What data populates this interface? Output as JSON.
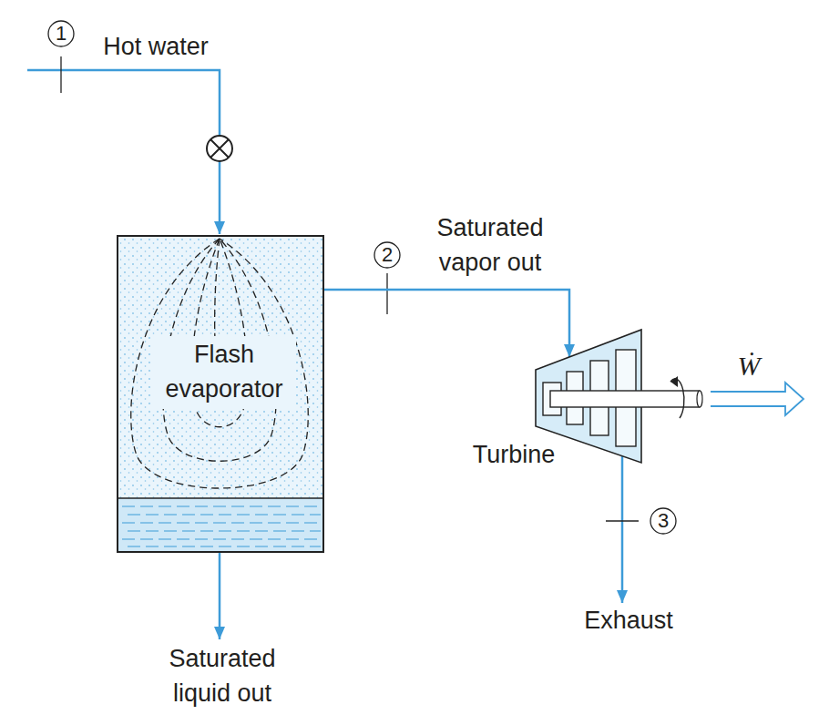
{
  "diagram": {
    "nodes": [
      {
        "text": [
          "Flash evaporator"
        ]
      },
      {
        "text": [
          "Turbine"
        ]
      }
    ],
    "edges": [
      {
        "from": 0,
        "to": 1,
        "arrow": "to",
        "label": "Saturated vapor out"
      }
    ],
    "labels": [
      "1",
      "Hot water",
      "2",
      "3",
      "Ẇ",
      "Saturated liquid out",
      "Exhaust"
    ]
  }
}
